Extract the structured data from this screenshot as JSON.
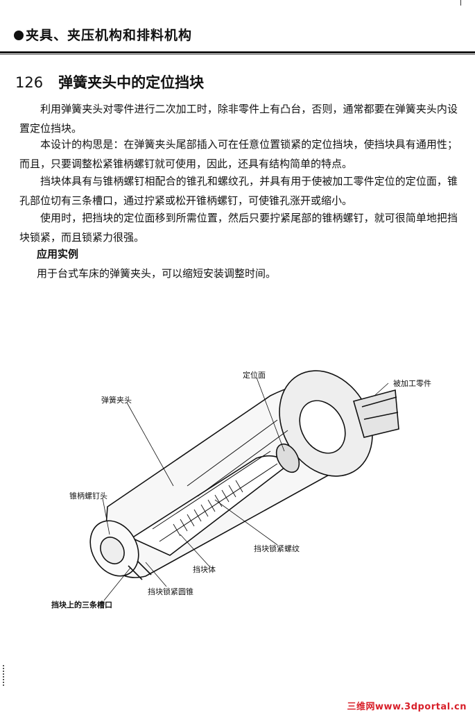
{
  "header": {
    "chapter": "夹具、夹压机构和排料机构"
  },
  "section": {
    "number": "126",
    "title": "弹簧夹头中的定位挡块"
  },
  "paragraphs": [
    "利用弹簧夹头对零件进行二次加工时，除非零件上有凸台，否则，通常都要在弹簧夹头内设置定位挡块。",
    "本设计的构思是：在弹簧夹头尾部插入可在任意位置锁紧的定位挡块，使挡块具有通用性；而且，只要调整松紧锥柄螺钉就可使用，因此，还具有结构简单的特点。",
    "挡块体具有与锥柄螺钉相配合的锥孔和螺纹孔，并具有用于使被加工零件定位的定位面，锥孔部位切有三条槽口，通过拧紧或松开锥柄螺钉，可使锥孔涨开或缩小。",
    "使用时，把挡块的定位面移到所需位置，然后只要拧紧尾部的锥柄螺钉，就可很简单地把挡块锁紧，而且锁紧力很强。"
  ],
  "application": {
    "heading": "应用实例",
    "text": "用于台式车床的弹簧夹头，可以缩短安装调整时间。"
  },
  "figure_labels": {
    "positioning_surface": "定位面",
    "workpiece": "被加工零件",
    "collet": "弹簧夹头",
    "screw_head": "锥柄螺钉头",
    "lock_thread": "挡块锁紧螺纹",
    "stop_body": "挡块体",
    "lock_cone": "挡块锁紧圆锥",
    "three_slots": "挡块上的三条槽口"
  },
  "watermark": "三维网www.3dportal.cn"
}
